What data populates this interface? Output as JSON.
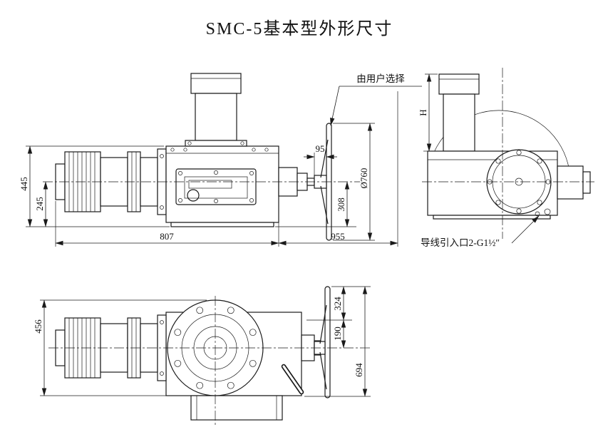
{
  "title": "SMC-5基本型外形尺寸",
  "annotations": {
    "user_select": "由用户选择",
    "wire_entry": "导线引入口2-G1½″"
  },
  "front_view": {
    "dims": {
      "height_total": "445",
      "height_center": "245",
      "length_left": "807",
      "length_right": "955",
      "hub_offset": "95",
      "center_to_base": "308",
      "wheel_dia": "Ø760"
    }
  },
  "side_view": {
    "dims": {
      "column_height": "H"
    }
  },
  "top_view": {
    "dims": {
      "width": "456",
      "wheel_top": "324",
      "center_offset": "190",
      "overall": "694"
    }
  }
}
